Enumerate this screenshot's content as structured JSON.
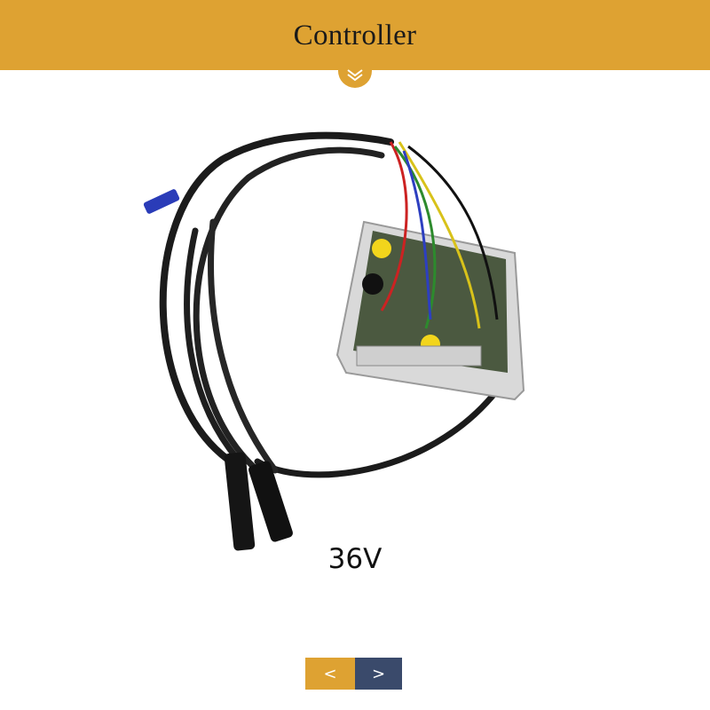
{
  "header": {
    "title": "Controller",
    "scroll_icon": "double-chevron-down-icon",
    "color": "#dea232"
  },
  "product": {
    "image_icon": "controller-with-wiring-harness"
  },
  "caption": "36V",
  "pager": {
    "prev_label": "<",
    "next_label": ">",
    "prev_color": "#dea232",
    "next_color": "#3a4a6b"
  }
}
